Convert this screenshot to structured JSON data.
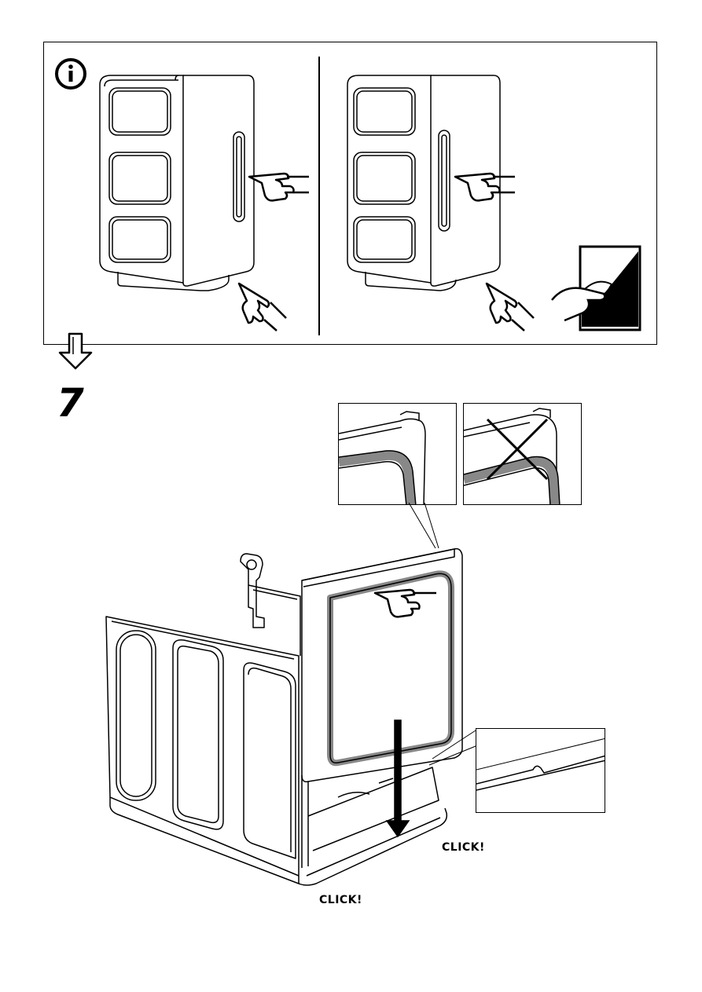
{
  "step": {
    "number": "7"
  },
  "labels": {
    "click_right": "CLICK!",
    "click_bottom": "CLICK!"
  },
  "icons": [
    "info-icon",
    "next-step-arrow-icon",
    "pointing-hand-icon",
    "peel-film-icon"
  ]
}
